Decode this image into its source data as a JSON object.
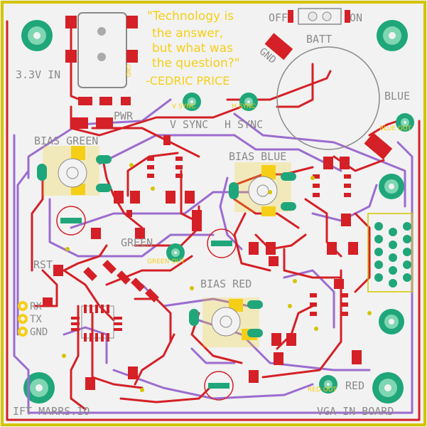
{
  "board": {
    "title": "VGA IN BOARD",
    "credit": "IFT MARRS.IO",
    "quote_lines": [
      "\"Technology is",
      "the answer,",
      "but what was",
      "the question?\""
    ],
    "quote_author": "-CEDRIC PRICE"
  },
  "silkscreen": {
    "power_in": "3.3V IN",
    "pwr": "PWR",
    "switch_off": "OFF",
    "switch_on": "ON",
    "batt": "BATT",
    "gnd": "GND",
    "blue": "BLUE",
    "v_sync": "V SYNC",
    "h_sync": "H SYNC",
    "bias_green": "BIAS GREEN",
    "bias_blue": "BIAS BLUE",
    "bias_red": "BIAS RED",
    "green": "GREEN",
    "red": "RED",
    "rst": "RST",
    "rx": "RX",
    "tx": "TX",
    "gnd_pin": "GND"
  },
  "pad_labels": {
    "v_sync": "V SYNC",
    "h_sync": "H SYNC",
    "green_out": "GREEN OUT",
    "blue_out": "BLUE OUT",
    "red_out": "RED OUT",
    "gnd": "GND"
  },
  "colors": {
    "board_bg": "#f2f2f2",
    "edge": "#d4c400",
    "trace_top": "#d42026",
    "trace_bottom": "#9b6ccf",
    "mounting_hole": "#1fa67a",
    "gold": "#f5cf17",
    "silk": "#8a8a8a"
  }
}
